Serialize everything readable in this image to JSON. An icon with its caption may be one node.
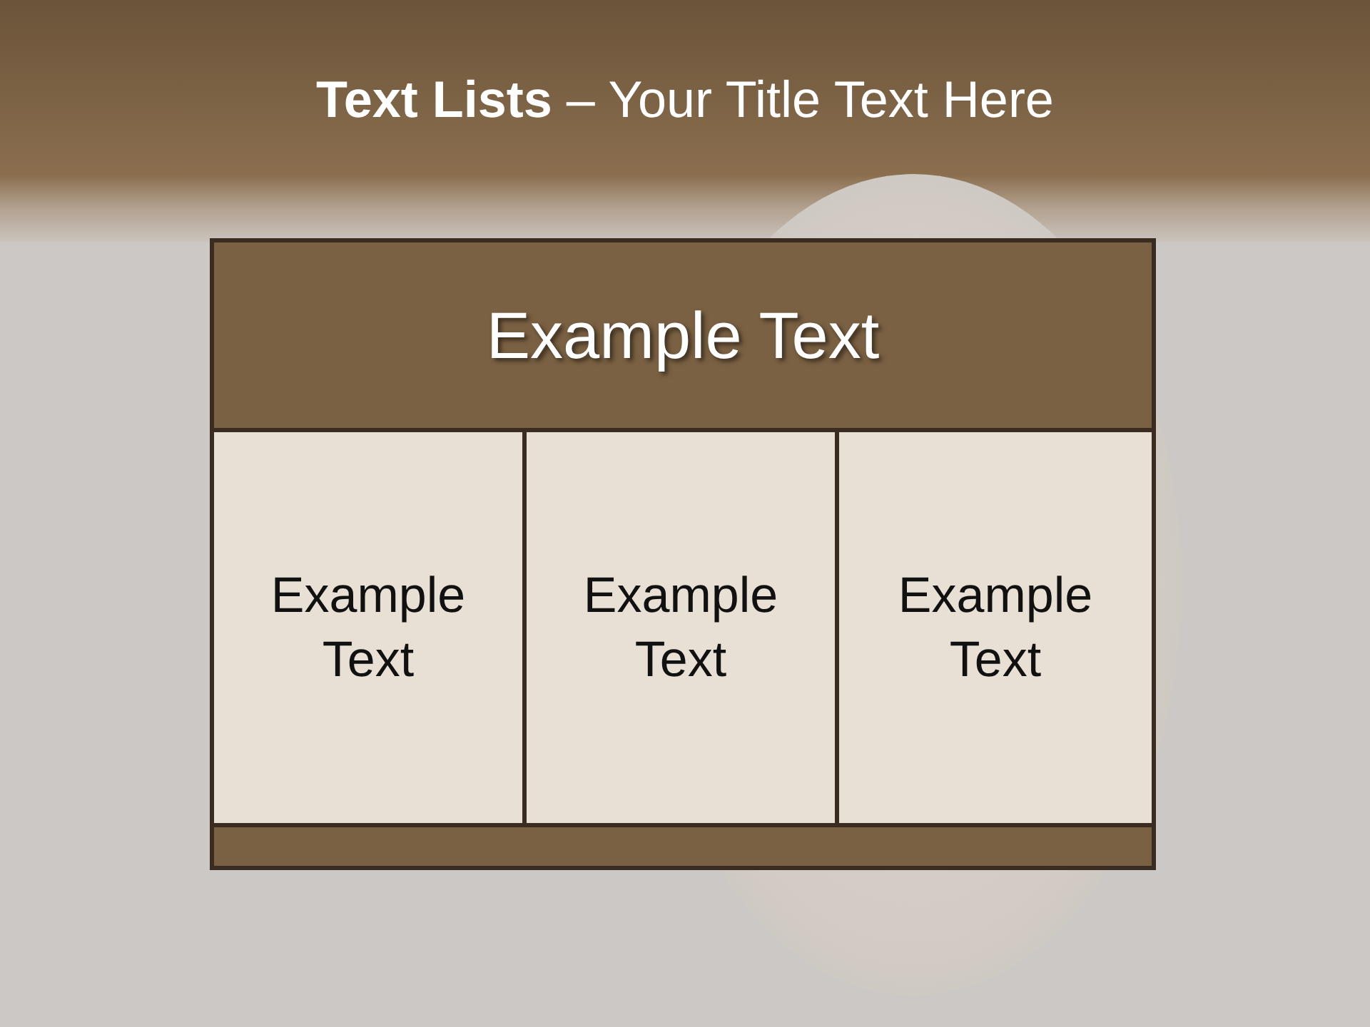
{
  "diagram": {
    "title": "**Text Lists** – Your Title Text Here",
    "nodes": [
      {
        "text": [
          "Example Text"
        ]
      },
      {
        "text": [
          "Example Text"
        ]
      },
      {
        "text": [
          "Example Text"
        ]
      },
      {
        "text": [
          "Example Text"
        ]
      },
      {
        "text": [],
        "shape": "bar"
      }
    ],
    "edges": []
  }
}
